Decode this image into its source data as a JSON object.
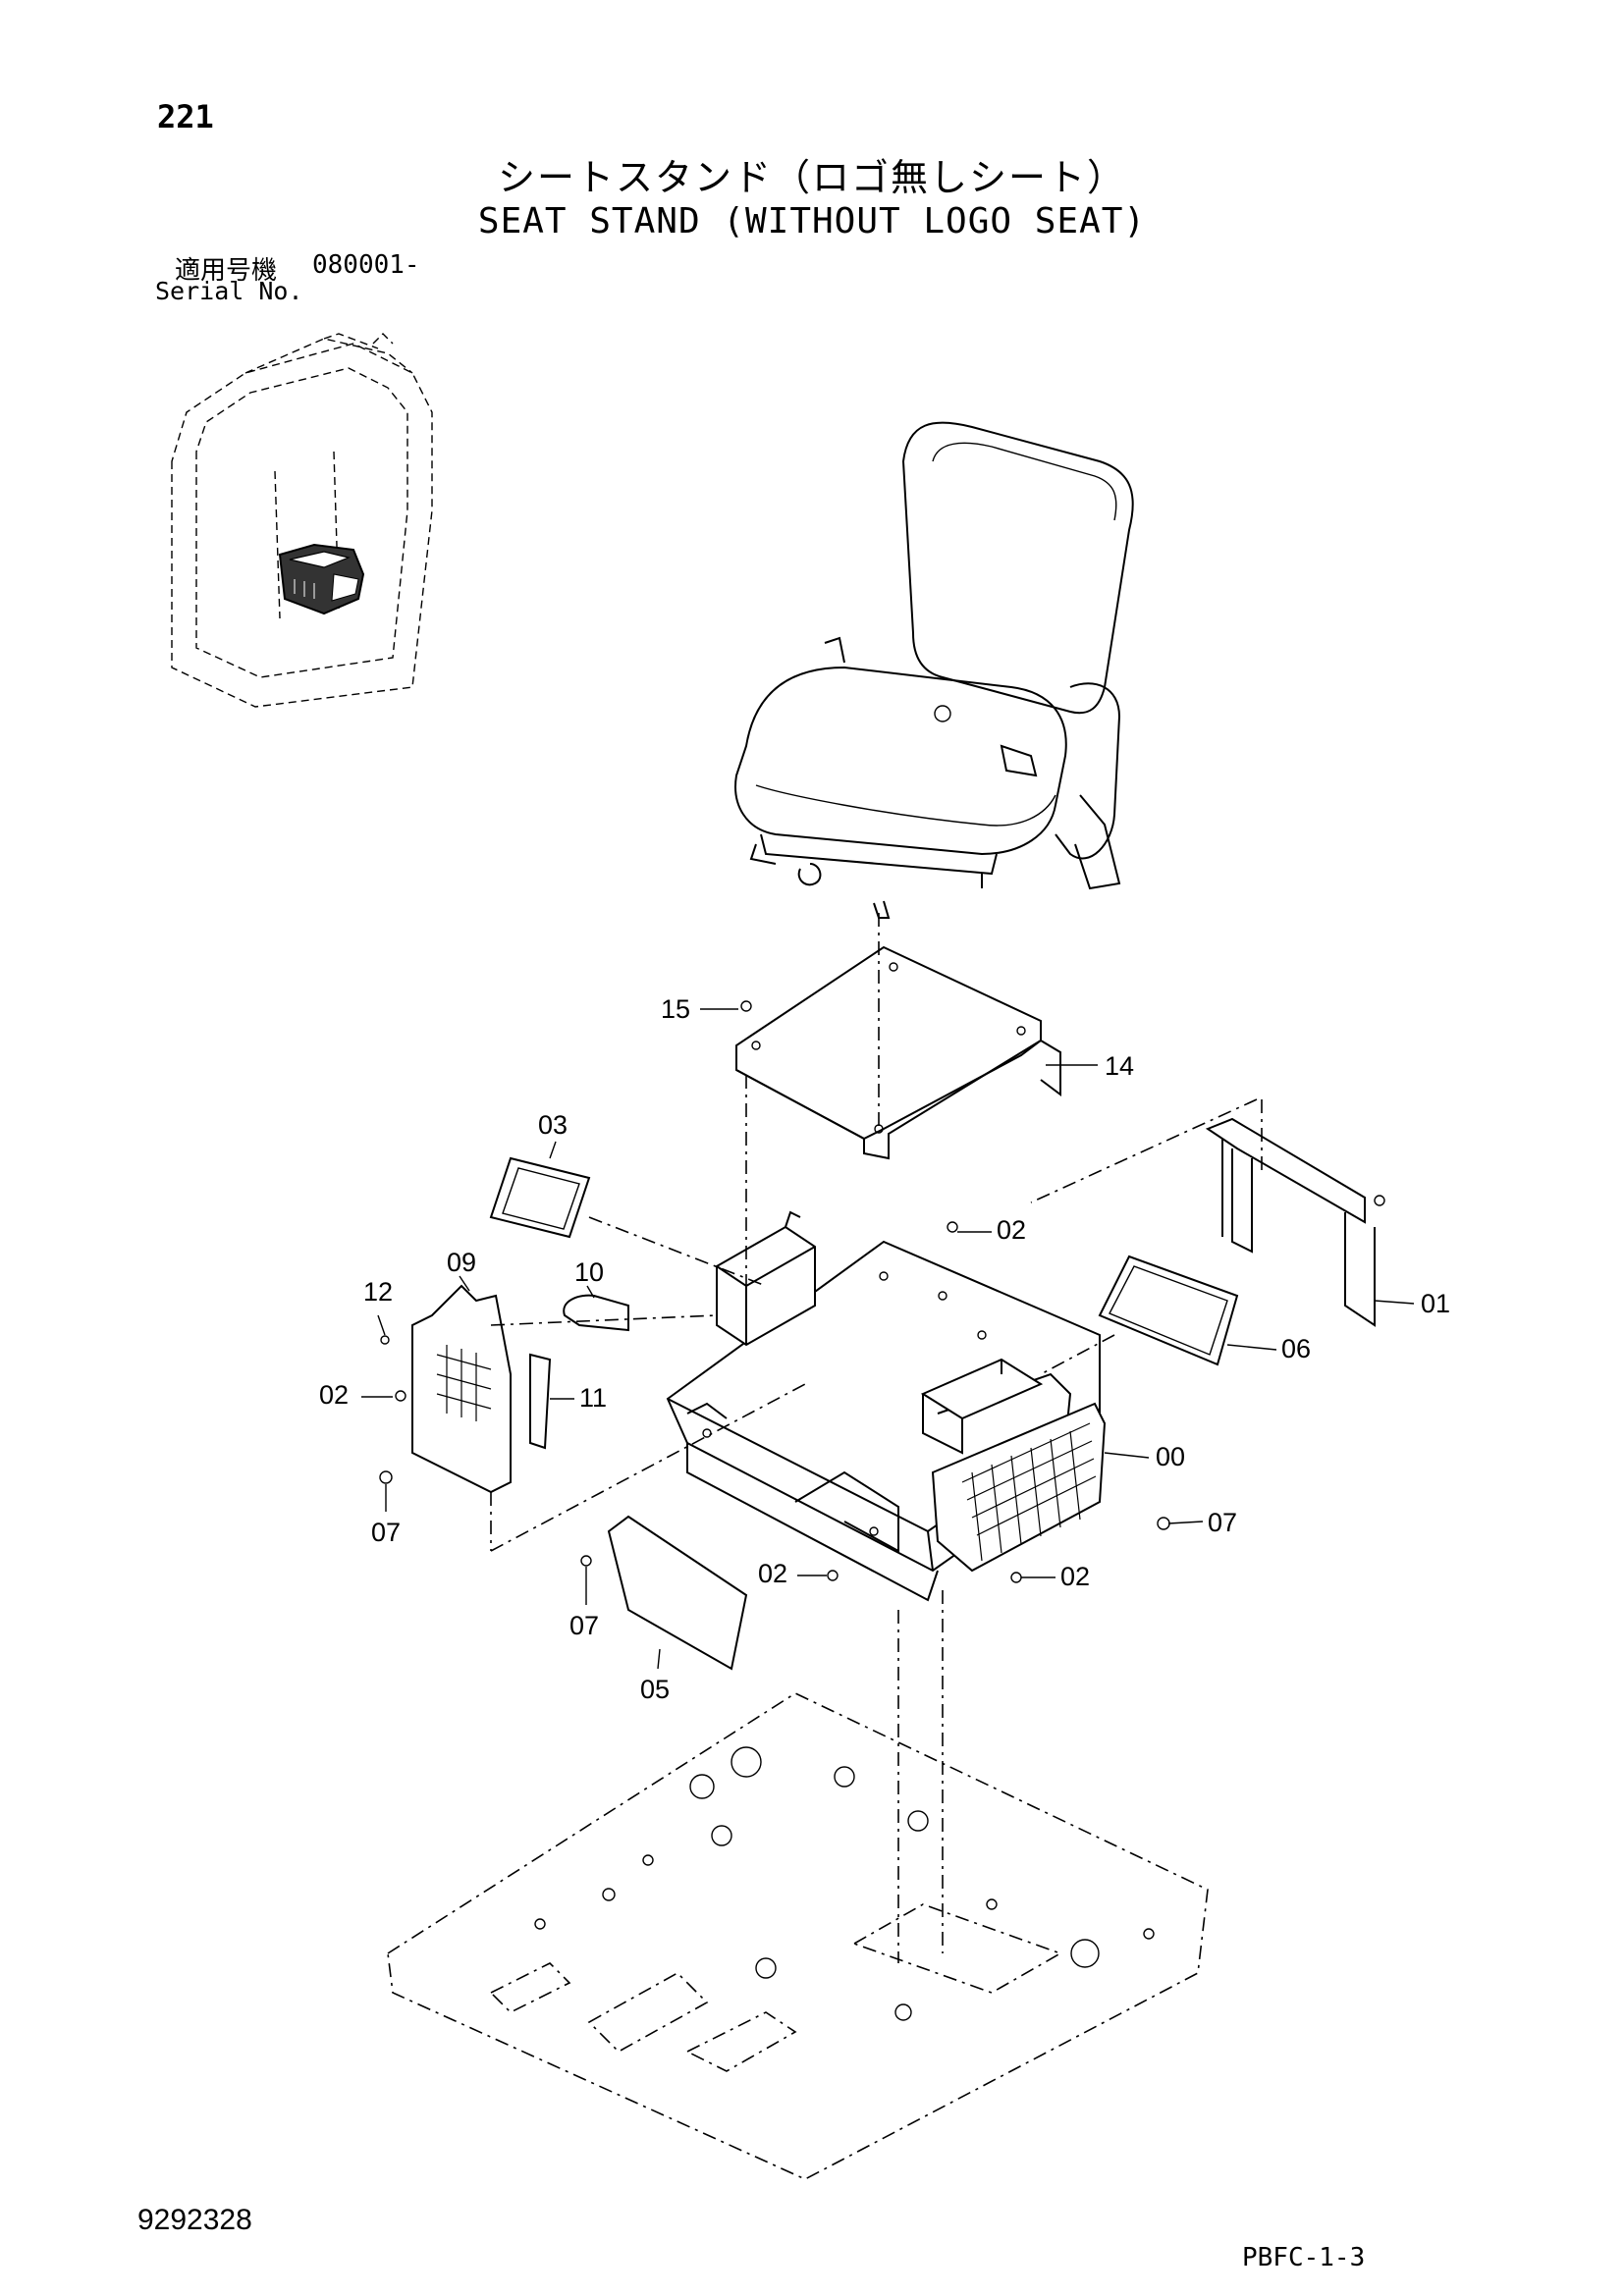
{
  "header": {
    "page_number": "221",
    "title_jp": "シートスタンド（ロゴ無しシート）",
    "title_en": "SEAT STAND (WITHOUT LOGO SEAT)",
    "serial_label_jp": "適用号機",
    "serial_number": "080001-",
    "serial_label_en": "Serial No."
  },
  "callouts": [
    "15",
    "14",
    "03",
    "02",
    "09",
    "10",
    "12",
    "02",
    "11",
    "06",
    "01",
    "00",
    "07",
    "07",
    "02",
    "02",
    "07",
    "05"
  ],
  "footer": {
    "document_number": "9292328",
    "page_code": "PBFC-1-3"
  }
}
